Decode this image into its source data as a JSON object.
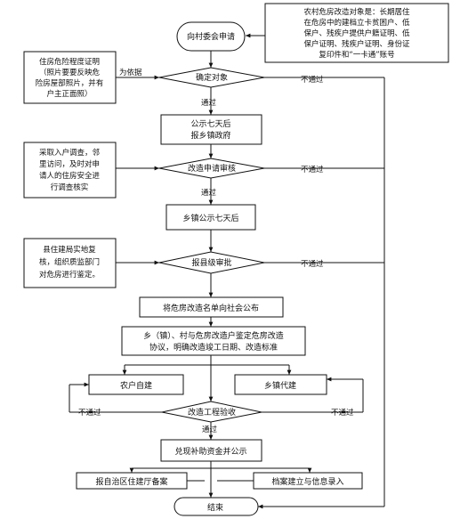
{
  "nodes": {
    "start": "向村委会申请",
    "confirm": "确定对象",
    "publicize_town": [
      "公示七天后",
      "报乡镇政府"
    ],
    "review": "改造申请审核",
    "town_publicize": "乡镇公示七天后",
    "county_approve": "报县级审批",
    "announce": "将危房改造名单向社会公布",
    "agreement": [
      "乡（镇）、村与危房改造户鉴定危房改造",
      "协议，明确改造竣工日期、改造标准"
    ],
    "self_build": "农户自建",
    "town_build": "乡镇代建",
    "inspect": "改造工程验收",
    "subsidy": "兑现补助资金并公示",
    "record": "报自治区住建厅备案",
    "archive": "档案建立与信息录入",
    "end": "结束"
  },
  "notes": {
    "target": [
      "农村危房改造对象是：长期居住",
      "在危房中的建档立卡贫困户、低",
      "保户、残疾户提供户籍证明、低",
      "保户证明、残疾户证明、身份证",
      "复印件和“一卡通”账号"
    ],
    "evidence": [
      "住房危险程度证明",
      "（照片要要反映危",
      "险房屋部照片，并有",
      "户主正面照）"
    ],
    "survey": [
      "采取入户调查，邻",
      "里访问，及时对申",
      "请人的住房安全进",
      "行调查核实"
    ],
    "county": [
      "县住建局实地复",
      "核，组织质监部门",
      "对危房进行鉴定。"
    ]
  },
  "labels": {
    "as_basis": "为依据",
    "pass": "通过",
    "fail": "不通过"
  }
}
